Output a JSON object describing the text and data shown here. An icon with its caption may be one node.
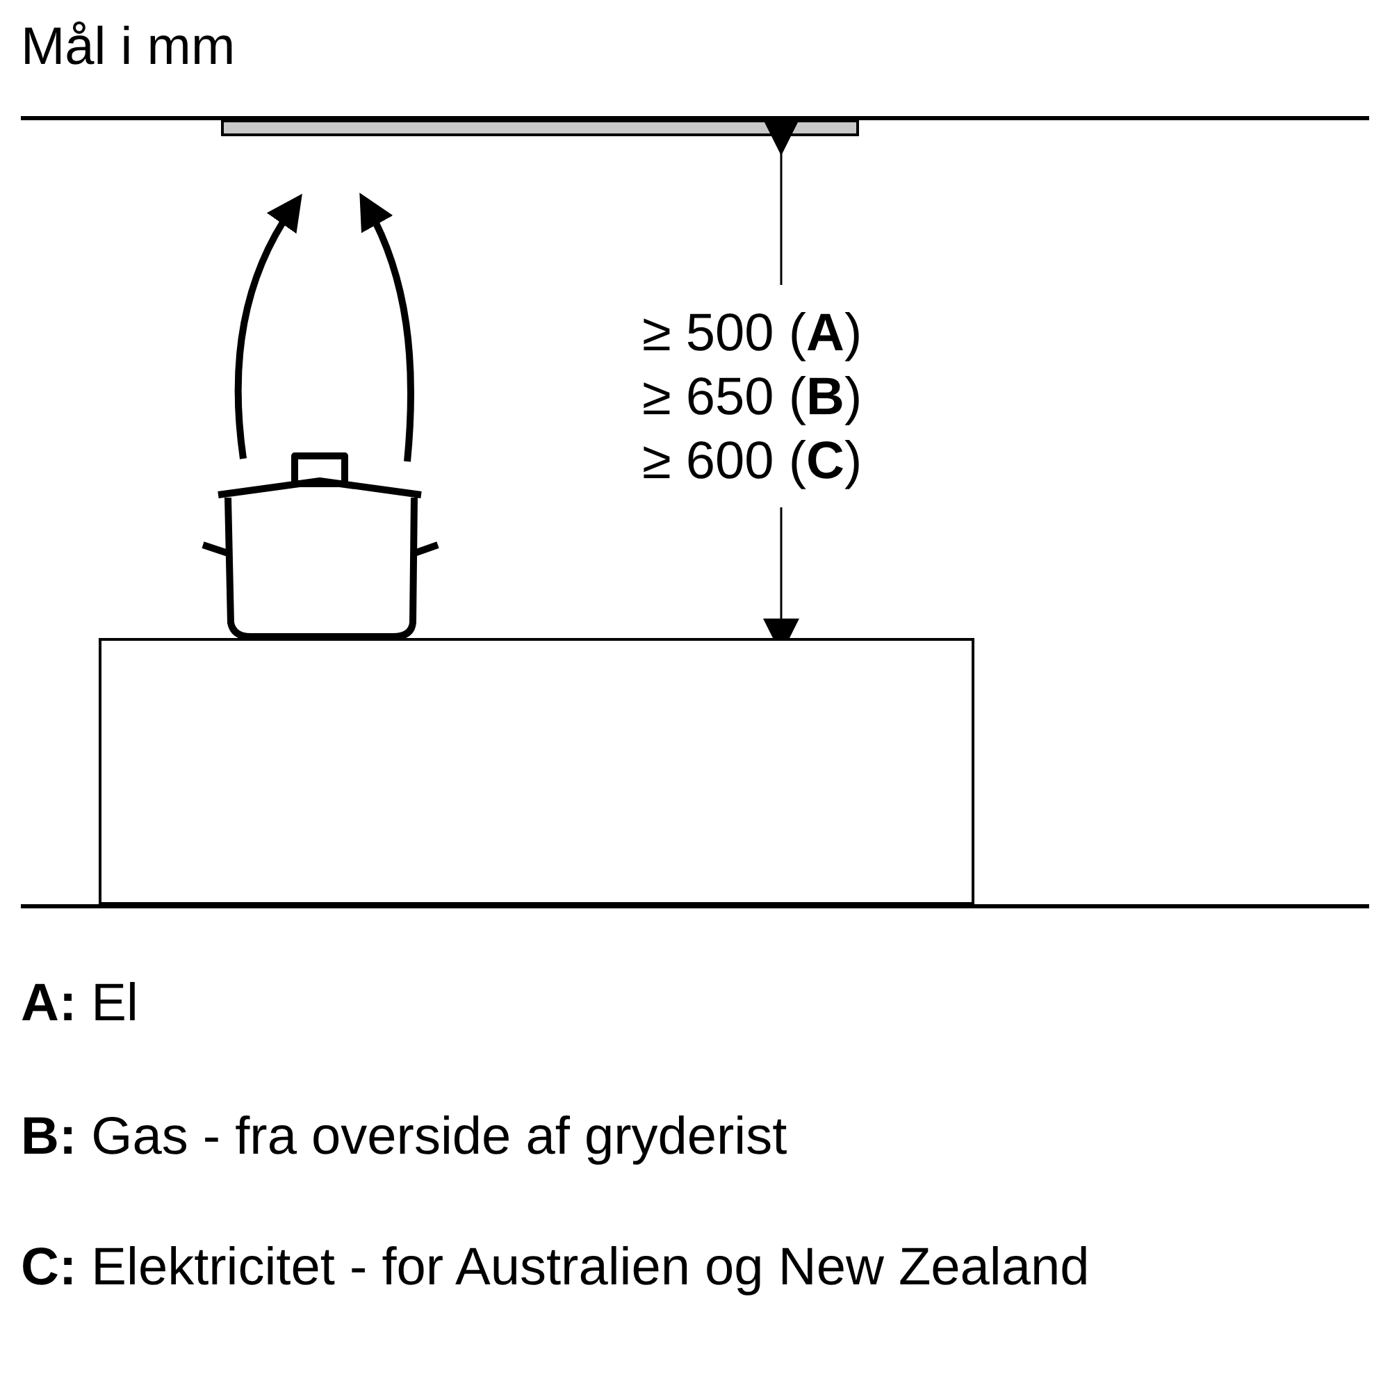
{
  "diagram": {
    "title": "Mål i mm",
    "nodes": [
      {
        "text": [],
        "shape": "box"
      }
    ],
    "labels": [
      "≥ 500 (**A**)",
      "≥ 650 (**B**)",
      "≥ 600 (**C**)",
      "**A:** El",
      "**B:** Gas - fra overside af gryderist",
      "**C:** Elektricitet - for Australien og New Zealand"
    ]
  }
}
